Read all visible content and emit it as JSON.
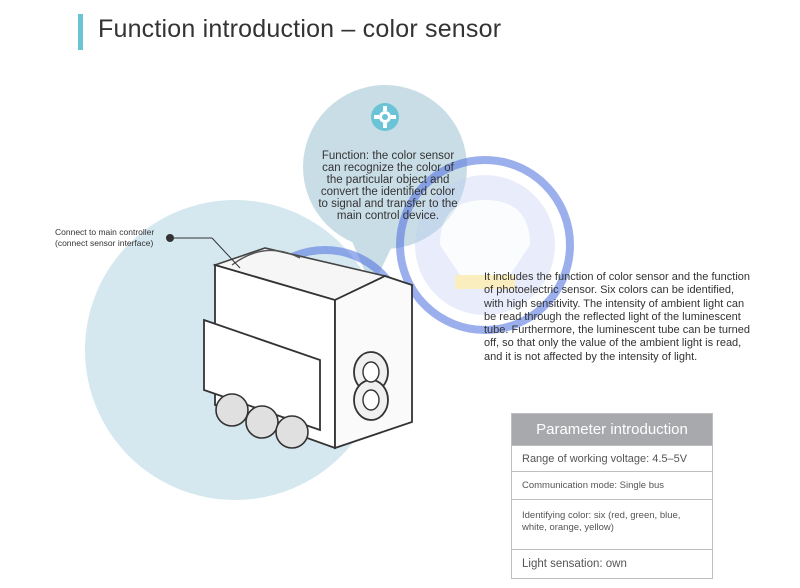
{
  "title": "Function introduction – color sensor",
  "bubble": {
    "icon": "gear-icon",
    "text": "Function: the color sensor can recognize the color of the particular object and convert the identified color to signal and transfer to the main control device."
  },
  "connect_label": {
    "line1": "Connect to main controller",
    "line2": "(connect sensor interface)"
  },
  "description": "It includes the function of color sensor and the function of photoelectric sensor. Six colors can be identified, with high sensitivity. The intensity of ambient light can be read through the reflected light of the luminescent tube. Furthermore,  the luminescent tube can be turned off, so that only the value of the ambient light is read, and it is not affected by the intensity of light.",
  "parameters": {
    "header": "Parameter introduction",
    "rows": [
      "Range of working voltage: 4.5–5V",
      "Communication mode: Single bus",
      "Identifying color: six (red, green, blue, white, orange, yellow)",
      "Light sensation: own"
    ]
  },
  "colors": {
    "accent": "#6ac4d6",
    "bubble": "#c9dde6",
    "watermark": "#3b5bd6",
    "header_bg": "#a7a9ac"
  }
}
